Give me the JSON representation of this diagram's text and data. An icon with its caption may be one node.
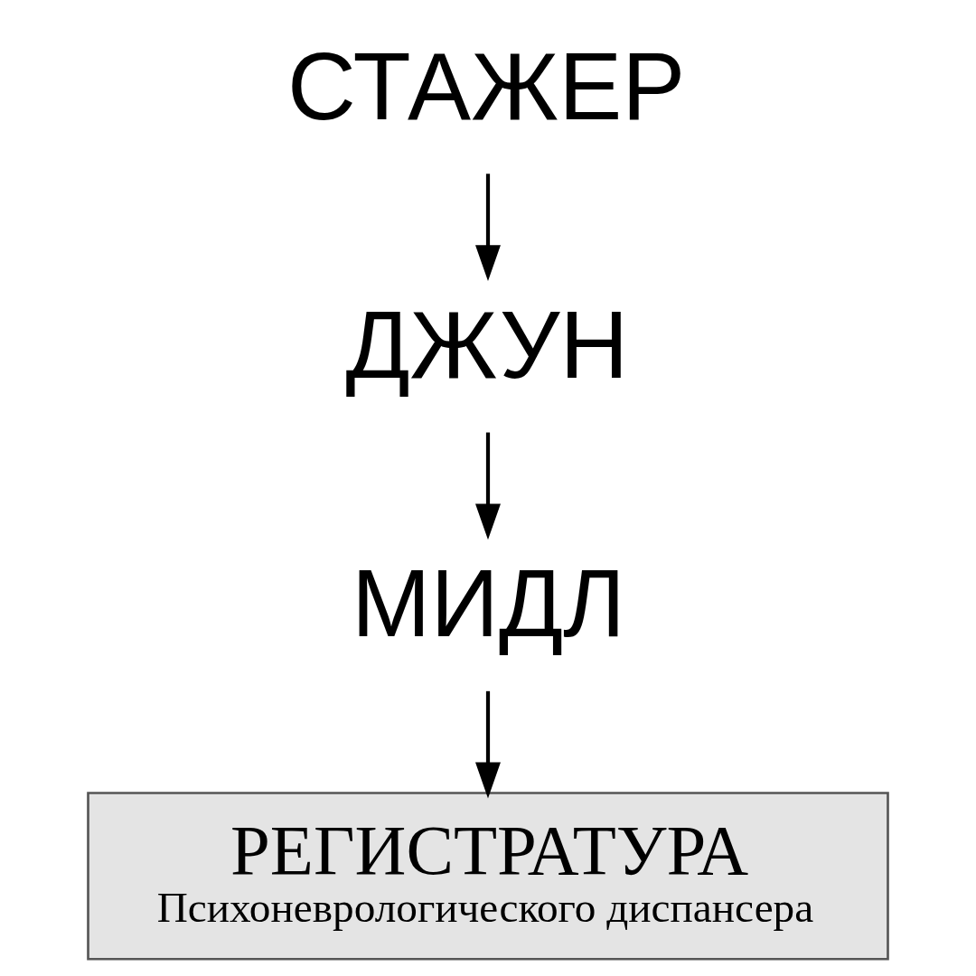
{
  "diagram": {
    "nodes": [
      {
        "text": [
          "СТАЖЕР"
        ]
      },
      {
        "text": [
          "ДЖУН"
        ]
      },
      {
        "text": [
          "МИДЛ"
        ]
      },
      {
        "text": [
          "РЕГИСТРАТУРА",
          "Психоневрологического диспансера"
        ]
      }
    ],
    "edges": [
      {
        "from": 0,
        "to": 1,
        "arrow": "to"
      },
      {
        "from": 1,
        "to": 2,
        "arrow": "to"
      },
      {
        "from": 2,
        "to": 3,
        "arrow": "to"
      }
    ]
  }
}
